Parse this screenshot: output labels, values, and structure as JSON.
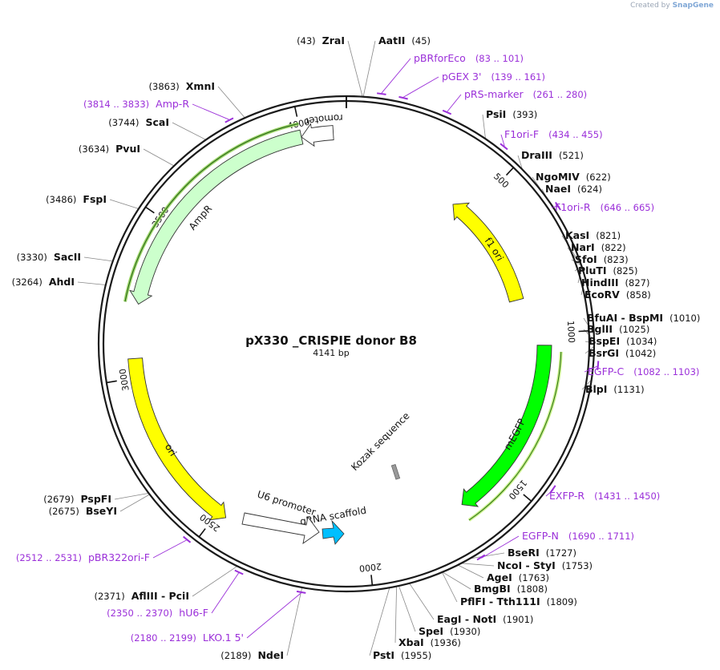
{
  "header": {
    "credit_prefix": "Created by",
    "credit_brand": "SnapGene"
  },
  "plasmid": {
    "name": "pX330 _CRISPIE donor B8",
    "length_bp": 4141,
    "length_label": "4141 bp"
  },
  "ticks": [
    "500",
    "1000",
    "1500",
    "2000",
    "2500",
    "3000",
    "3500",
    "4000"
  ],
  "features": [
    {
      "name": "f1 ori",
      "start": 430,
      "end": 870,
      "strand": -1,
      "color": "#ffff00",
      "label_on": true
    },
    {
      "name": "mEGFP",
      "start": 1040,
      "end": 1660,
      "strand": 1,
      "color": "#00ff00",
      "label_on": true
    },
    {
      "name": "Kozak sequence",
      "start": 1810,
      "end": 1830,
      "strand": 0,
      "color": "#999999",
      "label_on": true
    },
    {
      "name": "gRNA scaffold",
      "start": 2060,
      "end": 2130,
      "strand": -1,
      "color": "#00bfff",
      "label_on": true
    },
    {
      "name": "U6 promoter",
      "start": 2150,
      "end": 2370,
      "strand": -1,
      "color": "#ffffff",
      "label_on": true
    },
    {
      "name": "ori",
      "start": 2470,
      "end": 3060,
      "strand": -1,
      "color": "#ffff00",
      "label_on": true
    },
    {
      "name": "AmpR",
      "start": 3230,
      "end": 4000,
      "strand": -1,
      "color": "#ccffcc",
      "label_on": true
    },
    {
      "name": "AmpR promoter",
      "start": 4000,
      "end": 4100,
      "strand": -1,
      "color": "#ffffff",
      "label_on": true
    }
  ],
  "enzymes": [
    {
      "name": "ZraI",
      "pos_label": "(43)"
    },
    {
      "name": "AatII",
      "pos_label": "(45)"
    },
    {
      "name": "PsiI",
      "pos_label": "(393)"
    },
    {
      "name": "DraIII",
      "pos_label": "(521)"
    },
    {
      "name": "NgoMIV",
      "pos_label": "(622)"
    },
    {
      "name": "NaeI",
      "pos_label": "(624)"
    },
    {
      "name": "KasI",
      "pos_label": "(821)"
    },
    {
      "name": "NarI",
      "pos_label": "(822)"
    },
    {
      "name": "SfoI",
      "pos_label": "(823)"
    },
    {
      "name": "PluTI",
      "pos_label": "(825)"
    },
    {
      "name": "HindIII",
      "pos_label": "(827)"
    },
    {
      "name": "EcoRV",
      "pos_label": "(858)"
    },
    {
      "name": "BfuAI - BspMI",
      "pos_label": "(1010)"
    },
    {
      "name": "BglII",
      "pos_label": "(1025)"
    },
    {
      "name": "BspEI",
      "pos_label": "(1034)"
    },
    {
      "name": "BsrGI",
      "pos_label": "(1042)"
    },
    {
      "name": "BlpI",
      "pos_label": "(1131)"
    },
    {
      "name": "BseRI",
      "pos_label": "(1727)"
    },
    {
      "name": "NcoI - StyI",
      "pos_label": "(1753)"
    },
    {
      "name": "AgeI",
      "pos_label": "(1763)"
    },
    {
      "name": "BmgBI",
      "pos_label": "(1808)"
    },
    {
      "name": "PflFI - Tth111I",
      "pos_label": "(1809)"
    },
    {
      "name": "EagI - NotI",
      "pos_label": "(1901)"
    },
    {
      "name": "SpeI",
      "pos_label": "(1930)"
    },
    {
      "name": "XbaI",
      "pos_label": "(1936)"
    },
    {
      "name": "PstI",
      "pos_label": "(1955)"
    },
    {
      "name": "NdeI",
      "pos_label": "(2189)"
    },
    {
      "name": "AflIII - PciI",
      "pos_label": "(2371)"
    },
    {
      "name": "PspFI",
      "pos_label": "(2679)"
    },
    {
      "name": "BseYI",
      "pos_label": "(2675)"
    },
    {
      "name": "AhdI",
      "pos_label": "(3264)"
    },
    {
      "name": "SacII",
      "pos_label": "(3330)"
    },
    {
      "name": "FspI",
      "pos_label": "(3486)"
    },
    {
      "name": "PvuI",
      "pos_label": "(3634)"
    },
    {
      "name": "ScaI",
      "pos_label": "(3744)"
    },
    {
      "name": "XmnI",
      "pos_label": "(3863)"
    }
  ],
  "primers": [
    {
      "name": "pBRforEco",
      "range": "(83 .. 101)"
    },
    {
      "name": "pGEX 3'",
      "range": "(139 .. 161)"
    },
    {
      "name": "pRS-marker",
      "range": "(261 .. 280)"
    },
    {
      "name": "F1ori-F",
      "range": "(434 .. 455)"
    },
    {
      "name": "F1ori-R",
      "range": "(646 .. 665)"
    },
    {
      "name": "EGFP-C",
      "range": "(1082 .. 1103)"
    },
    {
      "name": "EXFP-R",
      "range": "(1431 .. 1450)"
    },
    {
      "name": "EGFP-N",
      "range": "(1690 .. 1711)"
    },
    {
      "name": "pBR322ori-F",
      "range": "(2512 .. 2531)"
    },
    {
      "name": "hU6-F",
      "range": "(2350 .. 2370)"
    },
    {
      "name": "LKO.1 5'",
      "range": "(2180 .. 2199)"
    },
    {
      "name": "Amp-R",
      "range": "(3814 .. 3833)"
    }
  ],
  "colors": {
    "backbone": "#1a1a1a",
    "primer": "#9b30d9",
    "enzyme_line": "#888888",
    "credit_brand": "#7fa7d6"
  }
}
